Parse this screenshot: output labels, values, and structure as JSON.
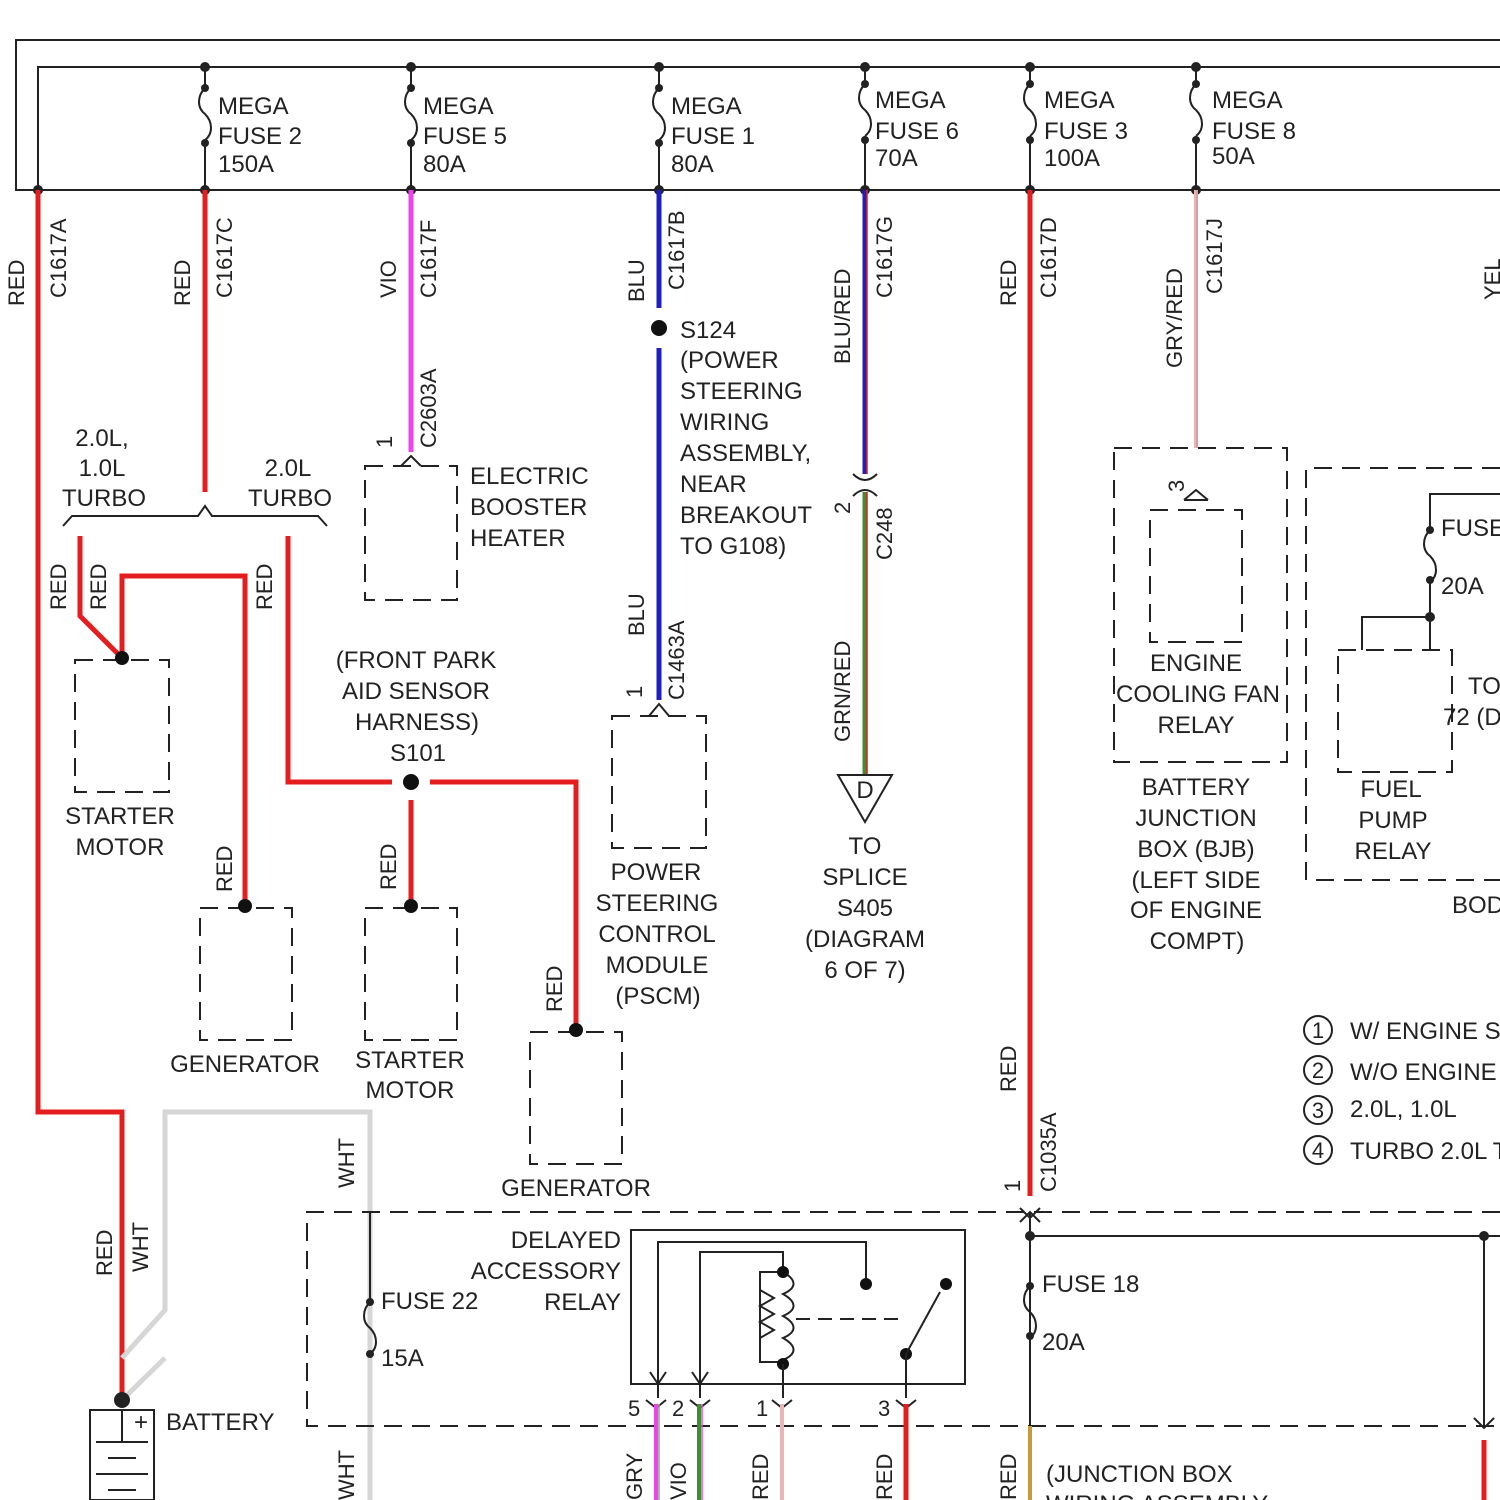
{
  "fuses": [
    {
      "l1": "MEGA",
      "l2": "FUSE 2",
      "l3": "150A"
    },
    {
      "l1": "MEGA",
      "l2": "FUSE 5",
      "l3": "80A"
    },
    {
      "l1": "MEGA",
      "l2": "FUSE 1",
      "l3": "80A"
    },
    {
      "l1": "MEGA",
      "l2": "FUSE 6",
      "l3": "70A"
    },
    {
      "l1": "MEGA",
      "l2": "FUSE 3",
      "l3": "100A"
    },
    {
      "l1": "MEGA",
      "l2": "FUSE 8",
      "l3": "50A"
    }
  ],
  "wires": {
    "w1_color": "RED",
    "w1_circuit": "C1617A",
    "w2_color": "RED",
    "w2_circuit": "C1617C",
    "w3_color": "VIO",
    "w3_circuit": "C1617F",
    "w3_circuit2": "C2603A",
    "w4_color": "BLU",
    "w4_circuit": "C1617B",
    "w4_color2": "BLU",
    "w4_circuit2": "C1463A",
    "w5_color": "BLU/RED",
    "w5_circuit": "C1617G",
    "w5_color2": "GRN/RED",
    "w5_circuit2": "C248",
    "w6_color": "RED",
    "w6_circuit": "C1617D",
    "w6_color2": "RED",
    "w6_circuit2": "C1035A",
    "w7_color": "GRY/RED",
    "w7_circuit": "C1617J",
    "w8_color": "YEL",
    "red": "RED",
    "wht": "WHT",
    "gry": "GRY",
    "vio": "VIO"
  },
  "pins": {
    "p1": "1",
    "p2": "2",
    "p3": "3",
    "p5": "5"
  },
  "splice_s124": [
    "S124",
    "(POWER",
    "STEERING",
    "WIRING",
    "ASSEMBLY,",
    "NEAR",
    "BREAKOUT",
    "TO G108)"
  ],
  "heater": [
    "ELECTRIC",
    "BOOSTER",
    "HEATER"
  ],
  "branch_left": [
    "2.0L,",
    "1.0L",
    "TURBO"
  ],
  "branch_right": [
    "2.0L",
    "TURBO"
  ],
  "starter_motor": [
    "STARTER",
    "MOTOR"
  ],
  "generator": "GENERATOR",
  "s101": [
    "(FRONT PARK",
    "AID SENSOR",
    "HARNESS)",
    "S101"
  ],
  "pscm": [
    "POWER",
    "STEERING",
    "CONTROL",
    "MODULE",
    "(PSCM)"
  ],
  "splice_d": "D",
  "to_splice": [
    "TO",
    "SPLICE",
    "S405",
    "(DIAGRAM",
    "6 OF 7)"
  ],
  "fan_relay": [
    "ENGINE",
    "COOLING FAN",
    "RELAY"
  ],
  "bjb": [
    "BATTERY",
    "JUNCTION",
    "BOX (BJB)",
    "(LEFT SIDE",
    "OF ENGINE",
    "COMPT)"
  ],
  "fuel_relay": [
    "FUEL",
    "PUMP",
    "RELAY"
  ],
  "bjb_fuse": {
    "name": "FUSE",
    "rating": "20A"
  },
  "to_partial": [
    "TO",
    "72 (D"
  ],
  "bod_partial": "BOD",
  "battery": "BATTERY",
  "battery_plus": "+",
  "fuse22": {
    "name": "FUSE 22",
    "rating": "15A"
  },
  "relay": [
    "DELAYED",
    "ACCESSORY",
    "RELAY"
  ],
  "fuse18": {
    "name": "FUSE 18",
    "rating": "20A"
  },
  "junction_box": [
    "(JUNCTION BOX",
    "WIRING ASSEMBLY"
  ],
  "legend": [
    {
      "num": "1",
      "text": "W/ ENGINE S"
    },
    {
      "num": "2",
      "text": "W/O ENGINE"
    },
    {
      "num": "3",
      "text": "2.0L, 1.0L"
    },
    {
      "num": "4",
      "text": "TURBO 2.0L T"
    }
  ],
  "colors": {
    "red": "#e41e1e",
    "blue": "#1f1fbf",
    "violet": "#ee44ee",
    "green": "#3f8f2f",
    "pink": "#e8b6b6",
    "white_wire": "#d6d6d6",
    "line": "#222222"
  }
}
